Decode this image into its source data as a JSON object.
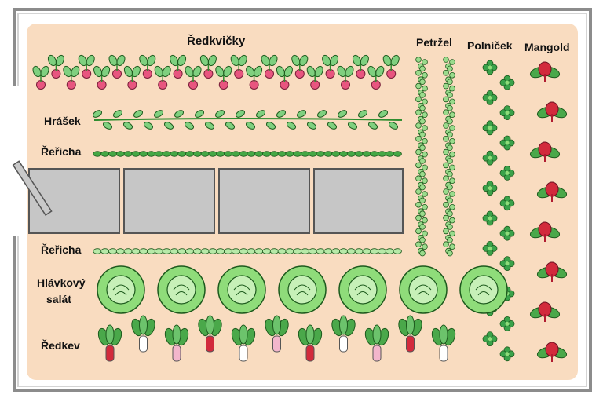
{
  "labels": {
    "redkvicky": "Ředkvičky",
    "hrasek": "Hrášek",
    "rericha_top": "Řeřicha",
    "rericha_bottom": "Řeřicha",
    "hlavkovy_line1": "Hlávkový",
    "hlavkovy_line2": "salát",
    "redkev": "Ředkev",
    "petrzel": "Petržel",
    "polnicek": "Polníček",
    "mangold": "Mangold"
  },
  "colors": {
    "bed": "#f9dcc0",
    "fence": "#8a8a8a",
    "paving": "#c6c6c6",
    "leaf_dark": "#2f8d2f",
    "leaf_light": "#7fd07f",
    "radish_pink": "#e8557f",
    "lettuce": "#8fdc7a",
    "chard_red": "#d22a3c"
  },
  "icons": [
    "radish-plant-icon",
    "pea-plant-icon",
    "cress-sprout-icon",
    "paving-slab-icon",
    "parsley-plant-icon",
    "lambs-lettuce-icon",
    "chard-plant-icon",
    "lettuce-head-icon",
    "white-radish-icon",
    "red-radish-icon",
    "gate-icon"
  ]
}
